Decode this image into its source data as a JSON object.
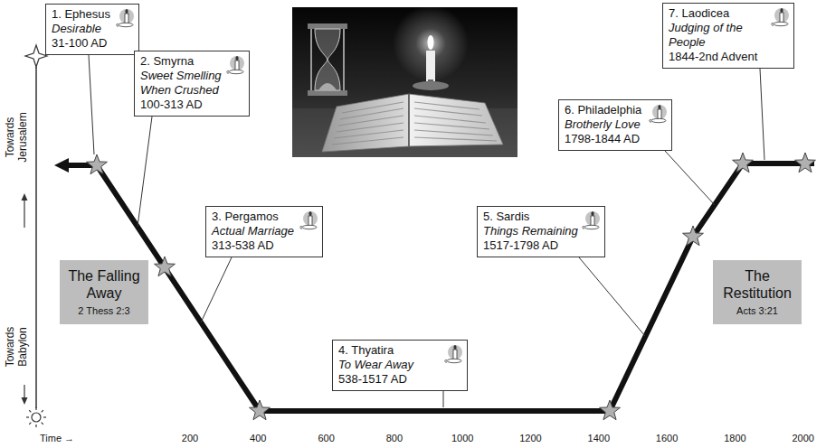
{
  "diagram": {
    "nodes": [
      {
        "text": [
          "1. Ephesus",
          "Desirable",
          "31-100 AD"
        ]
      },
      {
        "text": [
          "2. Smyrna",
          "Sweet Smelling When Crushed",
          "100-313 AD"
        ]
      },
      {
        "text": [
          "3. Pergamos",
          "Actual Marriage",
          "313-538 AD"
        ]
      },
      {
        "text": [
          "4. Thyatira",
          "To Wear Away",
          "538-1517 AD"
        ]
      },
      {
        "text": [
          "5. Sardis",
          "Things Remaining",
          "1517-1798 AD"
        ]
      },
      {
        "text": [
          "6. Philadelphia",
          "Brotherly Love",
          "1798-1844 AD"
        ]
      },
      {
        "text": [
          "7. Laodicea",
          "Judging of the People",
          "1844-2nd Advent"
        ]
      },
      {
        "text": [
          "The Falling Away",
          "2 Thess 2:3"
        ]
      },
      {
        "text": [
          "The Restitution",
          "Acts 3:21"
        ]
      }
    ],
    "labels": [
      "Towards Jerusalem",
      "Towards Babylon",
      "Time →",
      "200",
      "400",
      "600",
      "800",
      "1000",
      "1200",
      "1400",
      "1600",
      "1800",
      "2000"
    ]
  }
}
